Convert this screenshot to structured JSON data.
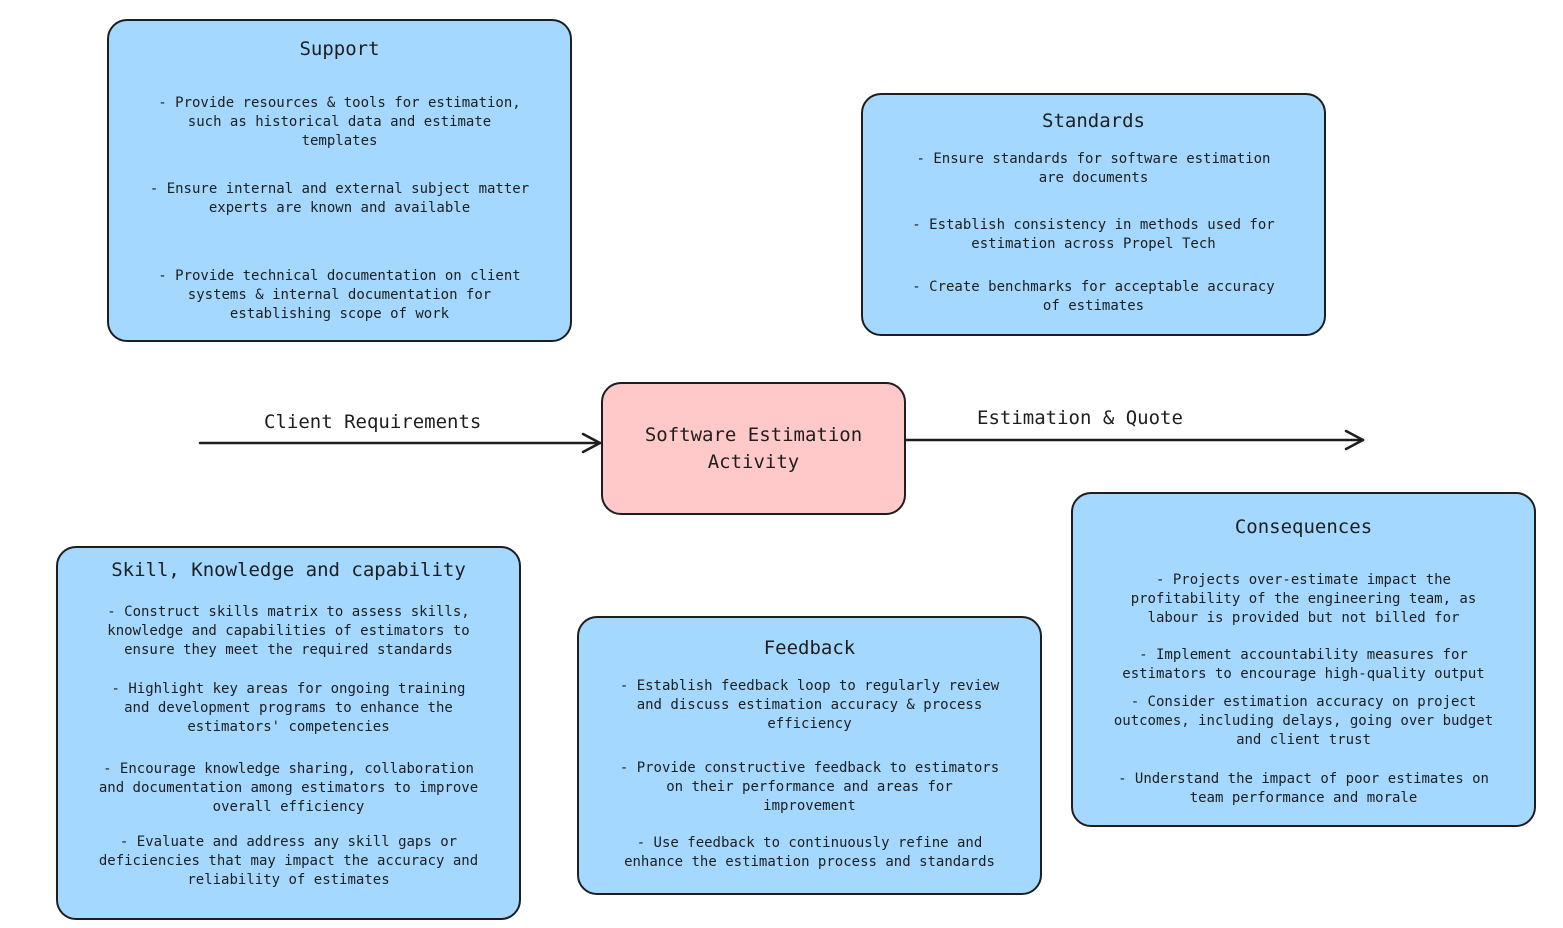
{
  "center": {
    "label": "Software Estimation\nActivity"
  },
  "edges": {
    "input_label": "Client Requirements",
    "output_label": "Estimation & Quote"
  },
  "support": {
    "title": "Support",
    "items": [
      "- Provide resources & tools for estimation,\nsuch as historical data and estimate\ntemplates",
      "- Ensure internal and external subject matter\nexperts are known and available",
      "- Provide technical documentation on client\nsystems & internal documentation for\nestablishing scope of work"
    ]
  },
  "standards": {
    "title": "Standards",
    "items": [
      "- Ensure standards for software estimation\nare documents",
      "- Establish consistency in methods used for\nestimation across Propel Tech",
      "- Create benchmarks for acceptable accuracy\nof estimates"
    ]
  },
  "skills": {
    "title": "Skill, Knowledge and capability",
    "items": [
      "- Construct skills matrix to assess skills,\nknowledge and capabilities of estimators to\nensure they meet the required standards",
      "- Highlight key areas for ongoing training\nand development programs to enhance the\nestimators' competencies",
      "- Encourage knowledge sharing, collaboration\nand documentation among estimators to improve\noverall efficiency",
      "- Evaluate and address any skill gaps or\ndeficiencies that may impact the accuracy and\nreliability of estimates"
    ]
  },
  "feedback": {
    "title": "Feedback",
    "items": [
      "- Establish feedback loop to regularly review\nand discuss estimation accuracy & process\nefficiency",
      "- Provide constructive feedback to estimators\non their performance and areas for\nimprovement",
      "- Use feedback to continuously refine and\nenhance the estimation process and standards"
    ]
  },
  "consequences": {
    "title": "Consequences",
    "items": [
      "- Projects over-estimate impact the\nprofitability of the engineering team, as\nlabour is provided but not billed for",
      "- Implement accountability measures for\nestimators to encourage high-quality output",
      "- Consider estimation accuracy on project\noutcomes, including delays, going over budget\nand client trust",
      "- Understand the impact of poor estimates on\nteam performance and morale"
    ]
  },
  "colors": {
    "box_fill": "#a5d8ff",
    "center_fill": "#ffc9c9",
    "stroke": "#1e1e1e"
  }
}
